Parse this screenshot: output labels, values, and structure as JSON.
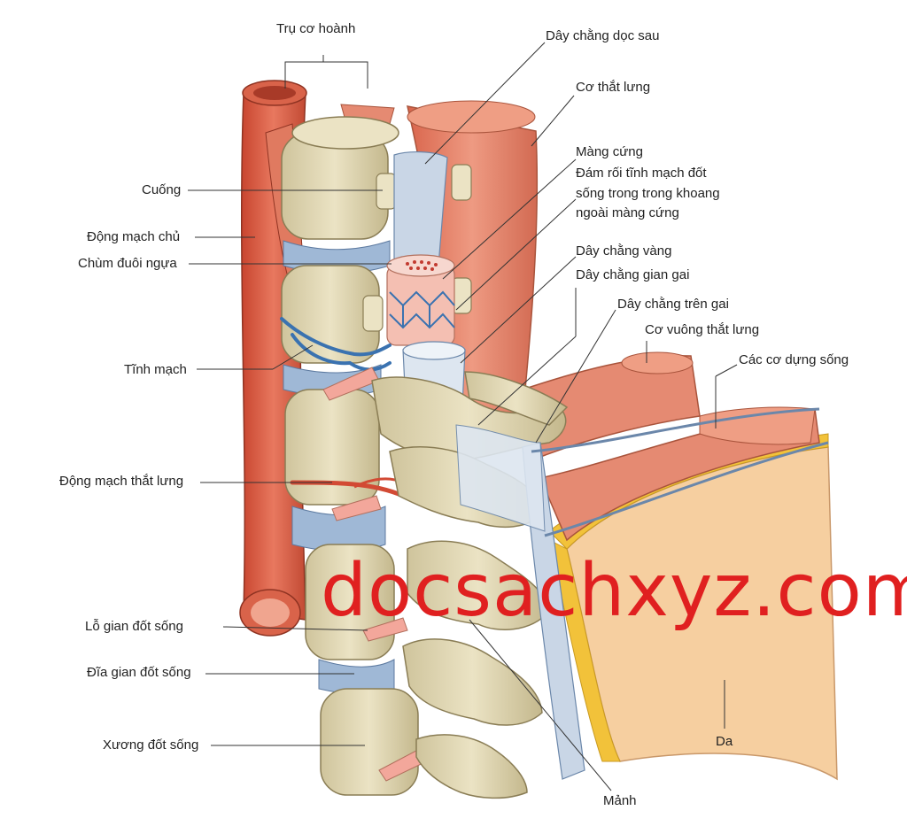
{
  "labels": {
    "tru_co_hoanh": "Trụ cơ hoành",
    "day_chang_doc_sau": "Dây chằng dọc sau",
    "co_that_lung": "Cơ thắt lưng",
    "mang_cung": "Màng cứng",
    "dam_roi_line1": "Đám rối tĩnh mạch đốt",
    "dam_roi_line2": "sống trong trong khoang",
    "dam_roi_line3": "ngoài màng cứng",
    "day_chang_vang": "Dây chằng vàng",
    "day_chang_gian_gai": "Dây chằng gian gai",
    "day_chang_tren_gai": "Dây chằng trên gai",
    "co_vuong_that_lung": "Cơ vuông thắt lưng",
    "cac_co_dung_song": "Các cơ dựng sống",
    "cuong": "Cuống",
    "dong_mach_chu": "Động mạch chủ",
    "chum_duoi_ngua": "Chùm đuôi ngựa",
    "tinh_mach": "Tĩnh mạch",
    "dong_mach_that_lung": "Động mạch thắt lưng",
    "lo_gian_dot_song": "Lỗ gian đốt sống",
    "dia_gian_dot_song": "Đĩa gian đốt sống",
    "xuong_dot_song": "Xương đốt sống",
    "manh": "Mảnh",
    "da": "Da"
  },
  "watermark": "docsachxyz.com",
  "colors": {
    "artery": "#d9634a",
    "muscle": "#e58a72",
    "bone": "#e2d9b5",
    "disc": "#9fb8d6",
    "ligament": "#c9d6e6",
    "skin": "#f6cfa0",
    "fat": "#f2c23a",
    "vein": "#3a72b0"
  }
}
